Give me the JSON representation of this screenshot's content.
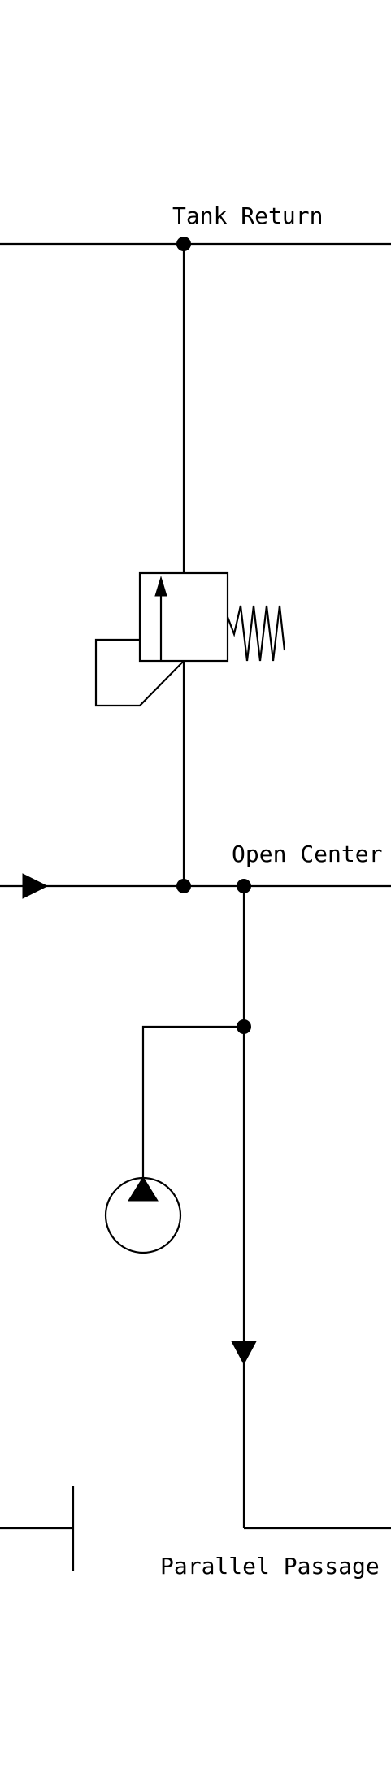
{
  "labels": {
    "tank_return": "Tank Return",
    "open_center": "Open Center",
    "parallel_passage": "Parallel Passage"
  }
}
